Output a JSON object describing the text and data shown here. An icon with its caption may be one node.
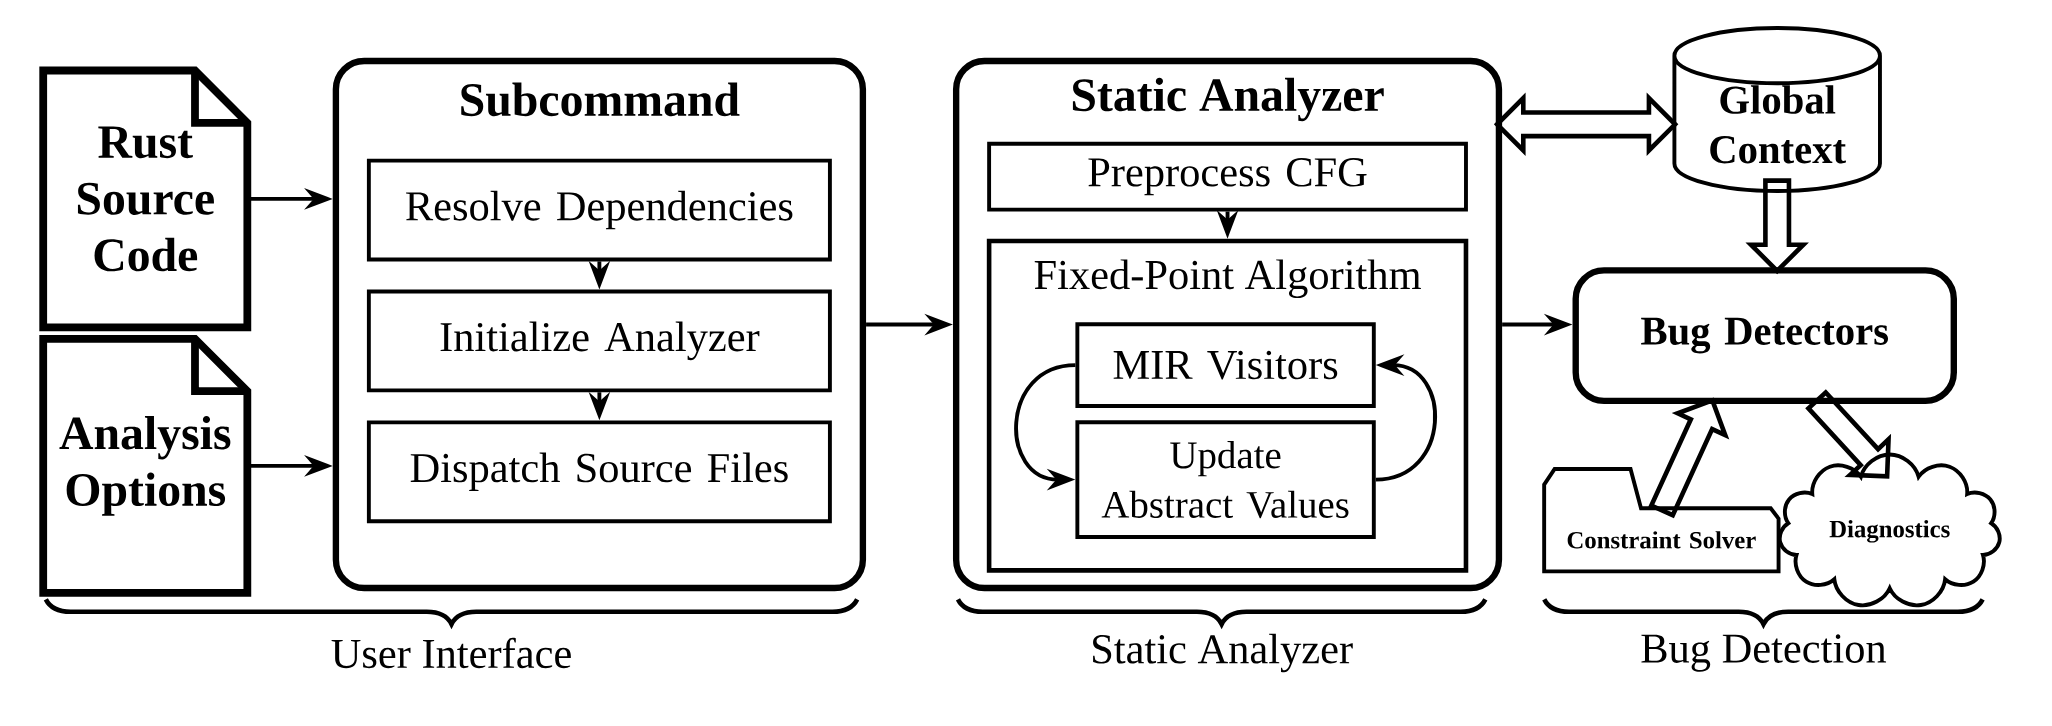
{
  "diagram": {
    "nodes": [
      {
        "text": [
          "Rust Source Code"
        ]
      },
      {
        "text": [
          "Analysis Options"
        ]
      },
      {
        "text": [
          "Subcommand"
        ]
      },
      {
        "text": [
          "Resolve Dependencies"
        ],
        "in": 2
      },
      {
        "text": [
          "Initialize Analyzer"
        ],
        "in": 2
      },
      {
        "text": [
          "Dispatch Source Files"
        ],
        "in": 2
      },
      {
        "text": [
          "Static Analyzer"
        ]
      },
      {
        "text": [
          "Preprocess CFG"
        ],
        "in": 6
      },
      {
        "text": [
          "Fixed-Point Algorithm"
        ],
        "in": 6
      },
      {
        "text": [
          "MIR Visitors"
        ],
        "in": 8
      },
      {
        "text": [
          "Update Abstract Values"
        ],
        "in": 8
      },
      {
        "text": [
          "Global Context"
        ]
      },
      {
        "text": [
          "Bug Detectors"
        ]
      },
      {
        "text": [
          "Constraint Solver"
        ]
      },
      {
        "text": [
          "Diagnostics"
        ]
      }
    ],
    "edges": [
      {
        "from": 0,
        "to": 2,
        "arrow": "to"
      },
      {
        "from": 1,
        "to": 2,
        "arrow": "to"
      },
      {
        "from": 3,
        "to": 4,
        "arrow": "to"
      },
      {
        "from": 4,
        "to": 5,
        "arrow": "to"
      },
      {
        "from": 2,
        "to": 6,
        "arrow": "to"
      },
      {
        "from": 7,
        "to": 8,
        "arrow": "to"
      },
      {
        "from": 9,
        "to": 10,
        "arrow": "to"
      },
      {
        "from": 10,
        "to": 9,
        "arrow": "to"
      },
      {
        "from": 6,
        "to": 12,
        "arrow": "to"
      },
      {
        "from": 6,
        "to": 11,
        "arrow": "both",
        "style": "thick"
      },
      {
        "from": 11,
        "to": 12,
        "arrow": "to",
        "style": "thick"
      },
      {
        "from": 13,
        "to": 12,
        "arrow": "to",
        "style": "thick"
      },
      {
        "from": 12,
        "to": 14,
        "arrow": "to",
        "style": "thick"
      }
    ],
    "labels": [
      "User Interface",
      "Static Analyzer",
      "Bug Detection"
    ]
  }
}
